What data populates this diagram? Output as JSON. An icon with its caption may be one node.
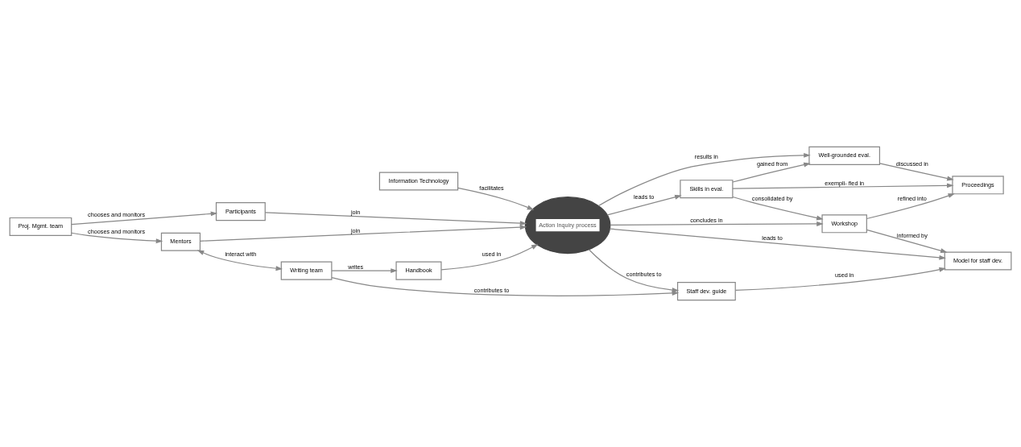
{
  "diagram": {
    "nodes": [
      {
        "text": [
          "Proj. Mgmt. team"
        ]
      },
      {
        "text": [
          "Information Technology"
        ]
      },
      {
        "text": [
          "Participants"
        ]
      },
      {
        "text": [
          "Well-grounded eval."
        ]
      },
      {
        "text": [
          "Mentors"
        ]
      },
      {
        "text": [
          "Action Inquiry process"
        ]
      },
      {
        "text": [
          "Skills in eval."
        ]
      },
      {
        "text": [
          "Proceedings"
        ]
      },
      {
        "text": [
          "Handbook"
        ]
      },
      {
        "text": [
          "Workshop"
        ]
      },
      {
        "text": [
          "Writing team"
        ]
      },
      {
        "text": [
          "Staff dev. guide"
        ]
      },
      {
        "text": [
          "Model for staff dev."
        ]
      }
    ],
    "edges": [
      {
        "from": 0,
        "to": 2,
        "arrow": "to",
        "label": "chooses and monitors"
      },
      {
        "from": 0,
        "to": 4,
        "arrow": "to",
        "label": "chooses and monitors"
      },
      {
        "from": 2,
        "to": 5,
        "arrow": "to",
        "label": "join"
      },
      {
        "from": 1,
        "to": 5,
        "arrow": "to",
        "label": "facilitates"
      },
      {
        "from": 4,
        "to": 5,
        "arrow": "to",
        "label": "join"
      },
      {
        "from": 4,
        "to": 10,
        "arrow": "both",
        "label": "interact with"
      },
      {
        "from": 8,
        "to": 5,
        "arrow": "to",
        "label": "used in"
      },
      {
        "from": 10,
        "to": 8,
        "arrow": "to",
        "label": "writes"
      },
      {
        "from": 10,
        "to": 11,
        "arrow": "to",
        "label": "contributes to"
      },
      {
        "from": 5,
        "to": 11,
        "arrow": "to",
        "label": "contributes to"
      },
      {
        "from": 5,
        "to": 12,
        "arrow": "to",
        "label": "leads to"
      },
      {
        "from": 11,
        "to": 12,
        "arrow": "to",
        "label": "used in"
      },
      {
        "from": 5,
        "to": 3,
        "arrow": "to",
        "label": "results in"
      },
      {
        "from": 5,
        "to": 6,
        "arrow": "to",
        "label": "leads to"
      },
      {
        "from": 5,
        "to": 9,
        "arrow": "to",
        "label": "concludes in"
      },
      {
        "from": 6,
        "to": 3,
        "arrow": "to",
        "label": "gained from"
      },
      {
        "from": 3,
        "to": 7,
        "arrow": "to",
        "label": "discussed in"
      },
      {
        "from": 6,
        "to": 7,
        "arrow": "to",
        "label": "exempli- fied in"
      },
      {
        "from": 9,
        "to": 7,
        "arrow": "to",
        "label": "refined into"
      },
      {
        "from": 6,
        "to": 9,
        "arrow": "to",
        "label": "consolidated by"
      },
      {
        "from": 9,
        "to": 12,
        "arrow": "to",
        "label": "informed by"
      }
    ]
  }
}
